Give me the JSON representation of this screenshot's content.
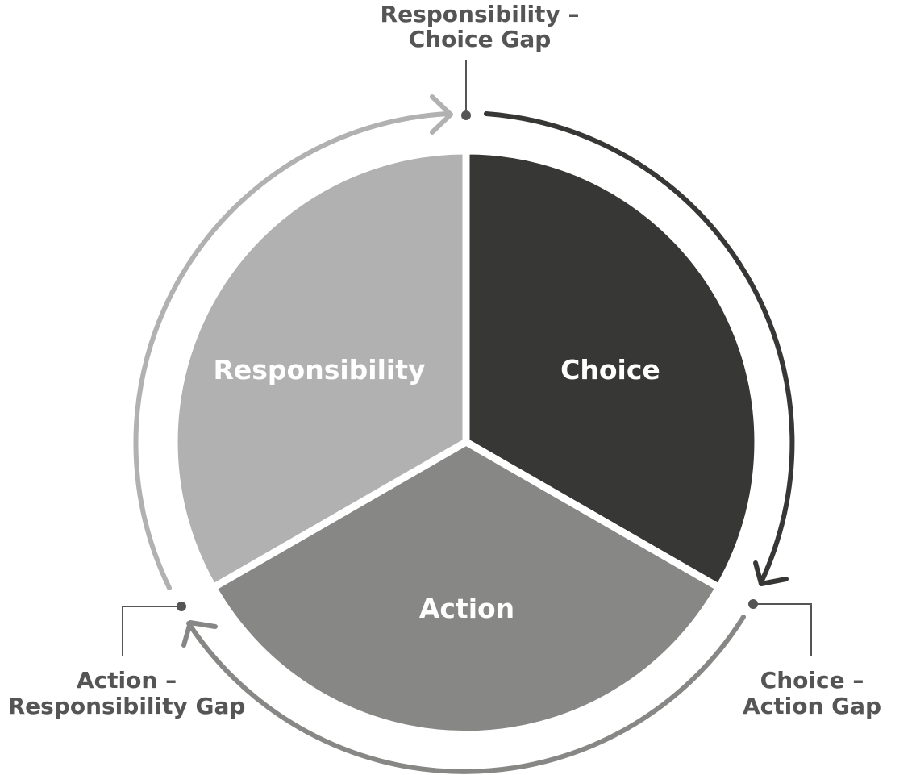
{
  "segments": [
    {
      "id": "choice",
      "label": "Choice",
      "color": "#373735"
    },
    {
      "id": "action",
      "label": "Action",
      "color": "#878786"
    },
    {
      "id": "responsibility",
      "label": "Responsibility",
      "color": "#b1b1b1"
    }
  ],
  "gaps": {
    "top": {
      "line1": "Responsibility –",
      "line2": "Choice Gap"
    },
    "right": {
      "line1": "Choice –",
      "line2": "Action Gap"
    },
    "left": {
      "line1": "Action –",
      "line2": "Responsibility Gap"
    }
  },
  "colors": {
    "arrow_choice": "#373735",
    "arrow_action": "#878786",
    "arrow_responsibility": "#b1b1b1",
    "gap_text": "#555555",
    "leader": "#555555"
  }
}
